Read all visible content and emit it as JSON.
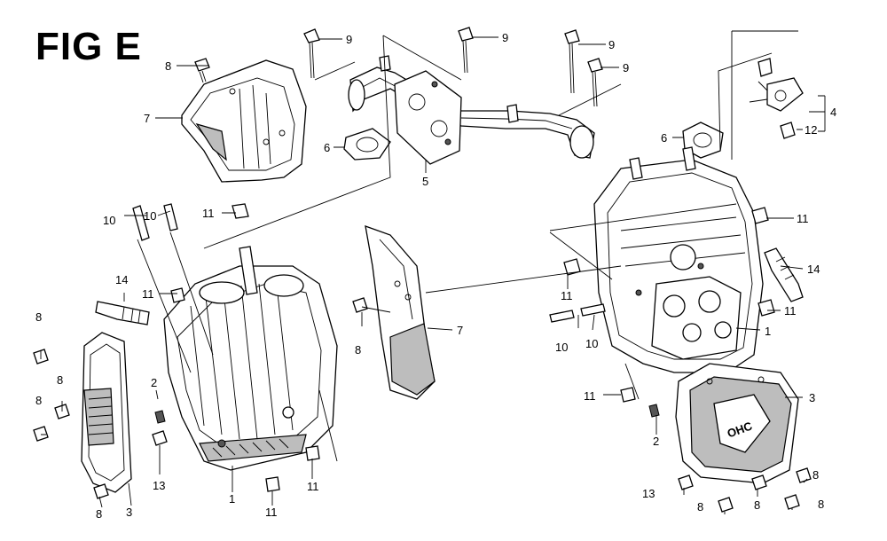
{
  "figure": {
    "title": "FIG E",
    "valve_cover_mark": "OHC"
  },
  "callouts": [
    {
      "id": "c1",
      "text": "9"
    },
    {
      "id": "c2",
      "text": "9"
    },
    {
      "id": "c3",
      "text": "9"
    },
    {
      "id": "c4",
      "text": "9"
    },
    {
      "id": "c5",
      "text": "8"
    },
    {
      "id": "c6",
      "text": "7"
    },
    {
      "id": "c7",
      "text": "6"
    },
    {
      "id": "c8",
      "text": "5"
    },
    {
      "id": "c9",
      "text": "6"
    },
    {
      "id": "c10",
      "text": "4"
    },
    {
      "id": "c11",
      "text": "12"
    },
    {
      "id": "c12",
      "text": "11"
    },
    {
      "id": "c13",
      "text": "10"
    },
    {
      "id": "c14",
      "text": "10"
    },
    {
      "id": "c15",
      "text": "11"
    },
    {
      "id": "c16",
      "text": "14"
    },
    {
      "id": "c17",
      "text": "11"
    },
    {
      "id": "c18",
      "text": "8"
    },
    {
      "id": "c19",
      "text": "7"
    },
    {
      "id": "c20",
      "text": "11"
    },
    {
      "id": "c21",
      "text": "14"
    },
    {
      "id": "c22",
      "text": "11"
    },
    {
      "id": "c23",
      "text": "10"
    },
    {
      "id": "c24",
      "text": "10"
    },
    {
      "id": "c25",
      "text": "1"
    },
    {
      "id": "c26",
      "text": "8"
    },
    {
      "id": "c27",
      "text": "2"
    },
    {
      "id": "c28",
      "text": "8"
    },
    {
      "id": "c29",
      "text": "8"
    },
    {
      "id": "c30",
      "text": "13"
    },
    {
      "id": "c31",
      "text": "1"
    },
    {
      "id": "c32",
      "text": "11"
    },
    {
      "id": "c33",
      "text": "11"
    },
    {
      "id": "c34",
      "text": "8"
    },
    {
      "id": "c35",
      "text": "3"
    },
    {
      "id": "c36",
      "text": "11"
    },
    {
      "id": "c37",
      "text": "2"
    },
    {
      "id": "c38",
      "text": "3"
    },
    {
      "id": "c39",
      "text": "8"
    },
    {
      "id": "c40",
      "text": "13"
    },
    {
      "id": "c41",
      "text": "8"
    },
    {
      "id": "c42",
      "text": "8"
    },
    {
      "id": "c43",
      "text": "8"
    }
  ]
}
